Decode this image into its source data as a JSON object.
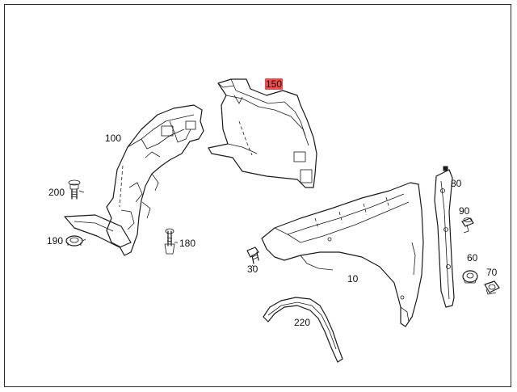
{
  "parts": {
    "p150": "150",
    "p100": "100",
    "p200": "200",
    "p190": "190",
    "p180": "180",
    "p80": "80",
    "p90": "90",
    "p60": "60",
    "p70": "70",
    "p30": "30",
    "p10": "10",
    "p220": "220"
  },
  "colors": {
    "highlight": "#f24a4a",
    "line": "#1a1a1a"
  }
}
